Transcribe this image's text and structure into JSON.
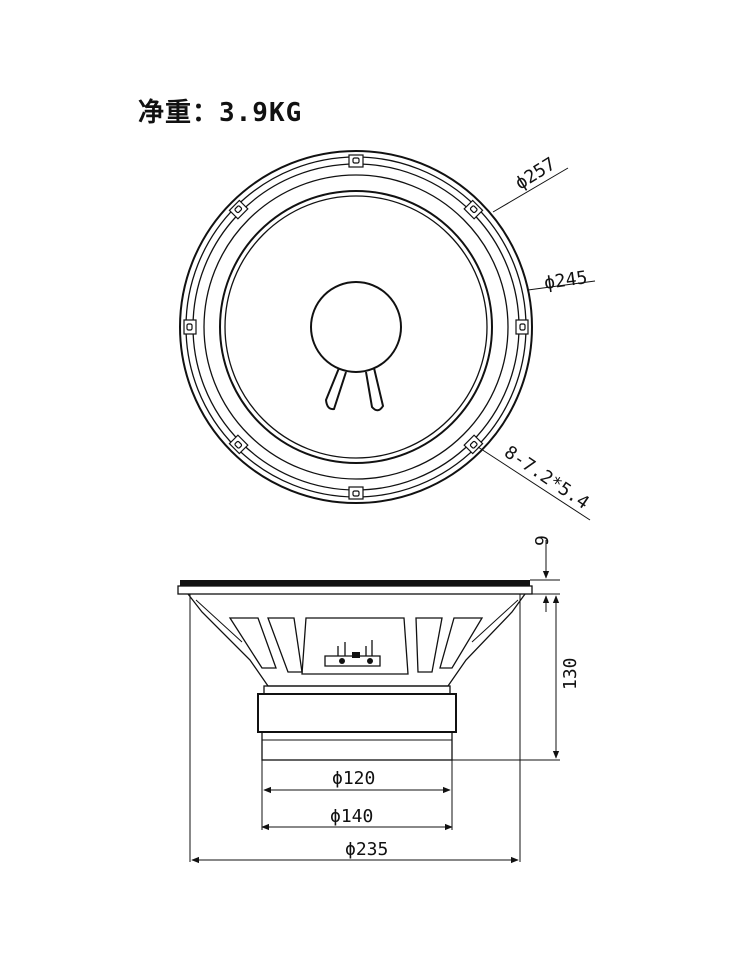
{
  "title": "净重：3.9KG",
  "dimensions": {
    "outer_diameter": "ϕ257",
    "mount_diameter": "ϕ245",
    "mount_holes": "8-7.2*5.4",
    "flange_thickness": "9",
    "depth": "130",
    "magnet_inner": "ϕ120",
    "magnet_outer": "ϕ140",
    "frame_width": "ϕ235"
  }
}
